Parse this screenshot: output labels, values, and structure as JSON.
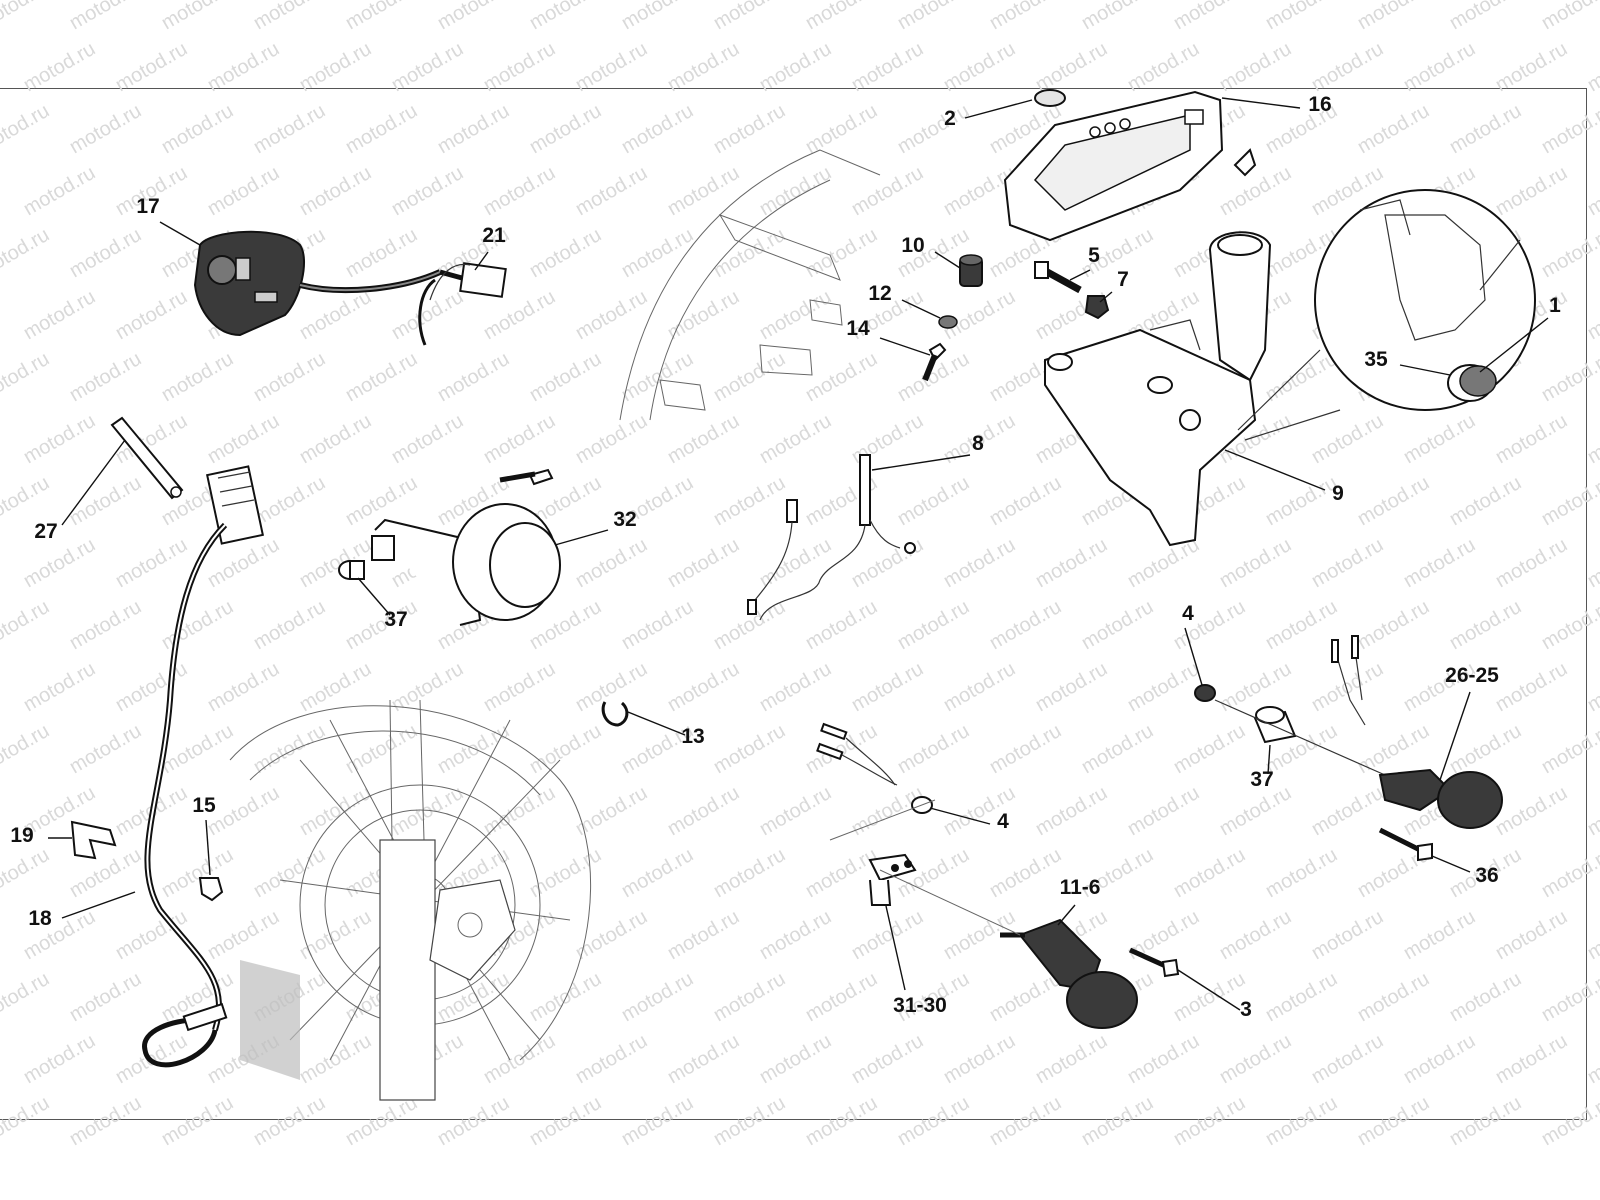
{
  "watermark": "motod.ru",
  "callouts": [
    {
      "label": "1"
    },
    {
      "label": "2"
    },
    {
      "label": "3"
    },
    {
      "label": "4"
    },
    {
      "label": "4"
    },
    {
      "label": "5"
    },
    {
      "label": "7"
    },
    {
      "label": "8"
    },
    {
      "label": "9"
    },
    {
      "label": "10"
    },
    {
      "label": "11-6"
    },
    {
      "label": "12"
    },
    {
      "label": "13"
    },
    {
      "label": "14"
    },
    {
      "label": "15"
    },
    {
      "label": "16"
    },
    {
      "label": "17"
    },
    {
      "label": "18"
    },
    {
      "label": "19"
    },
    {
      "label": "21"
    },
    {
      "label": "26-25"
    },
    {
      "label": "27"
    },
    {
      "label": "31-30"
    },
    {
      "label": "32"
    },
    {
      "label": "35"
    },
    {
      "label": "36"
    },
    {
      "label": "37"
    },
    {
      "label": "37"
    }
  ]
}
